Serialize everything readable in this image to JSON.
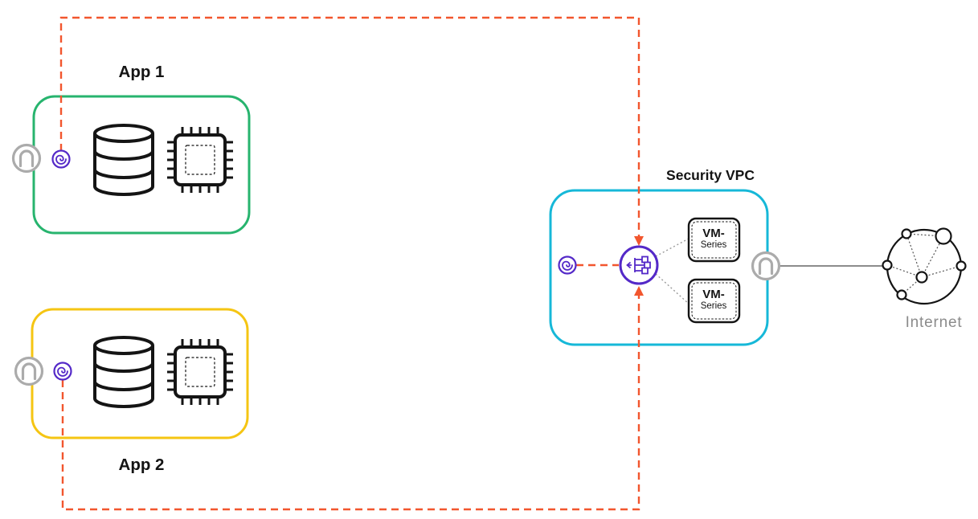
{
  "nodes": {
    "app1": {
      "label": "App 1"
    },
    "app2": {
      "label": "App 2"
    },
    "security_vpc": {
      "label": "Security VPC"
    },
    "internet": {
      "label": "Internet"
    },
    "vm_series": [
      {
        "line1": "VM-",
        "line2": "Series"
      },
      {
        "line1": "VM-",
        "line2": "Series"
      }
    ]
  },
  "icons": {
    "database-icon": "cylinder database shape",
    "cpu-icon": "chip square with pins and dashed core",
    "gateway-icon": "gray circle with arch (∩) glyph",
    "spoke-gateway-icon": "purple circle with spiral glyph",
    "transit-gateway-icon": "purple circle with circuit-node glyph",
    "vm-series-box": "rounded square with dashed inner frame",
    "internet-globe-icon": "sphere with network node circles and dotted mesh",
    "arrow-down-icon": "▼",
    "arrow-up-icon": "▲"
  },
  "colors": {
    "background": "#ffffff",
    "app1-border": "#27b46e",
    "app2-border": "#f5c513",
    "vpc-border": "#16b8d8",
    "connection-orange": "#f2562e",
    "purple": "#5429c8",
    "gray-icon": "#ababab",
    "gray-line": "#8c8c8c",
    "dotted-gray": "#9a9a9a",
    "ink": "#141414",
    "muted-text": "#8b8b8b"
  }
}
